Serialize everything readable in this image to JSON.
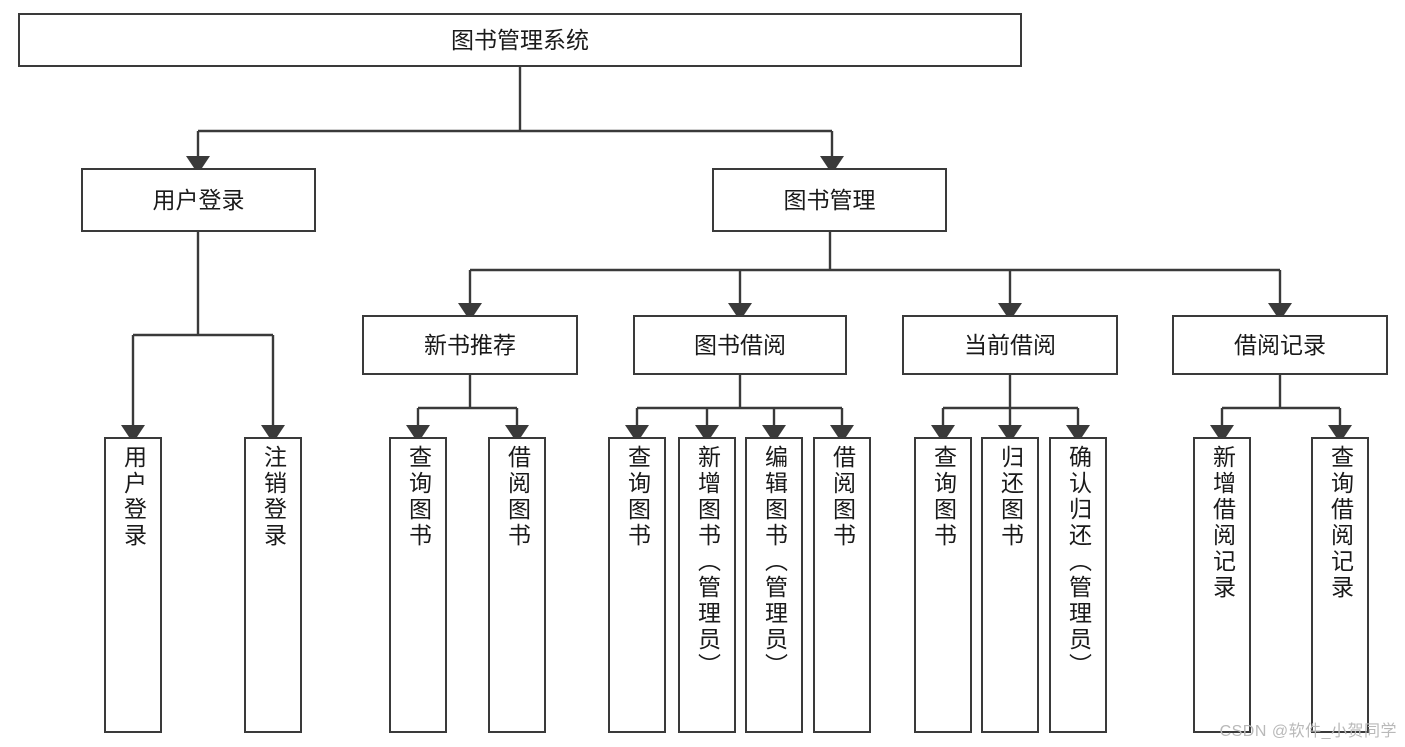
{
  "diagram": {
    "title": "图书管理系统",
    "type": "hierarchy-tree",
    "watermark": "CSDN @软件_小贺同学",
    "colors": {
      "stroke": "#3a3a3a",
      "fill": "#ffffff",
      "text": "#1a1a1a",
      "watermark": "#b9b9b9"
    },
    "nodes": {
      "root": {
        "label": "图书管理系统"
      },
      "level2": [
        {
          "label": "用户登录"
        },
        {
          "label": "图书管理"
        }
      ],
      "level3": [
        {
          "label": "新书推荐"
        },
        {
          "label": "图书借阅"
        },
        {
          "label": "当前借阅"
        },
        {
          "label": "借阅记录"
        }
      ],
      "leaves": {
        "user_login": [
          {
            "label": "用户登录"
          },
          {
            "label": "注销登录"
          }
        ],
        "new_book_recommend": [
          {
            "label": "查询图书"
          },
          {
            "label": "借阅图书"
          }
        ],
        "book_borrow": [
          {
            "label": "查询图书"
          },
          {
            "label": "新增图书（管理员）"
          },
          {
            "label": "编辑图书（管理员）"
          },
          {
            "label": "借阅图书"
          }
        ],
        "current_borrow": [
          {
            "label": "查询图书"
          },
          {
            "label": "归还图书"
          },
          {
            "label": "确认归还（管理员）"
          }
        ],
        "borrow_record": [
          {
            "label": "新增借阅记录"
          },
          {
            "label": "查询借阅记录"
          }
        ]
      }
    }
  }
}
